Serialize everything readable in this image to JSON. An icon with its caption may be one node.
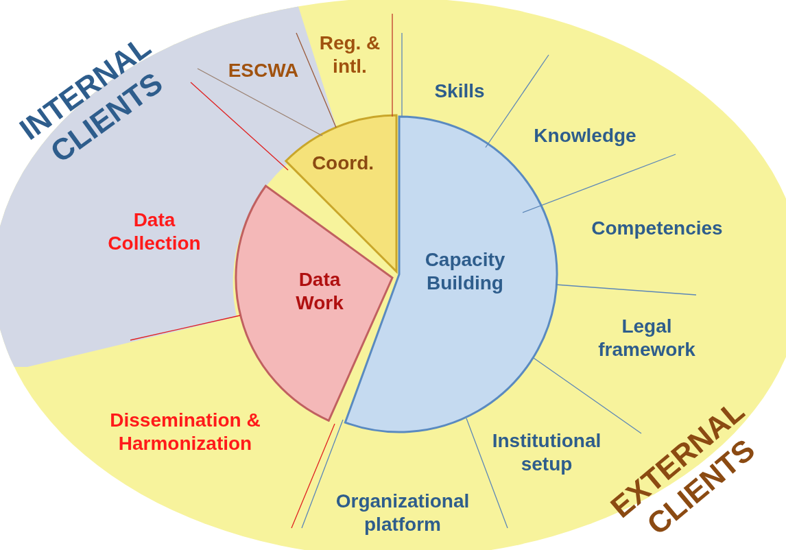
{
  "diagram": {
    "nodes": [
      {
        "text": [
          "EXTERNAL CLIENTS"
        ]
      },
      {
        "text": [
          "INTERNAL CLIENTS"
        ],
        "in": 0
      },
      {
        "text": [
          "Coord."
        ],
        "in": 0
      },
      {
        "text": [
          "Capacity Building"
        ],
        "in": 0
      },
      {
        "text": [
          "Data Work"
        ],
        "in": 0
      }
    ],
    "labels": [
      "Reg. & intl.",
      "ESCWA",
      "Skills",
      "Knowledge",
      "Data Collection",
      "Competencies",
      "Legal framework",
      "Dissemination & Harmonization",
      "Institutional setup",
      "Organizational platform"
    ]
  }
}
